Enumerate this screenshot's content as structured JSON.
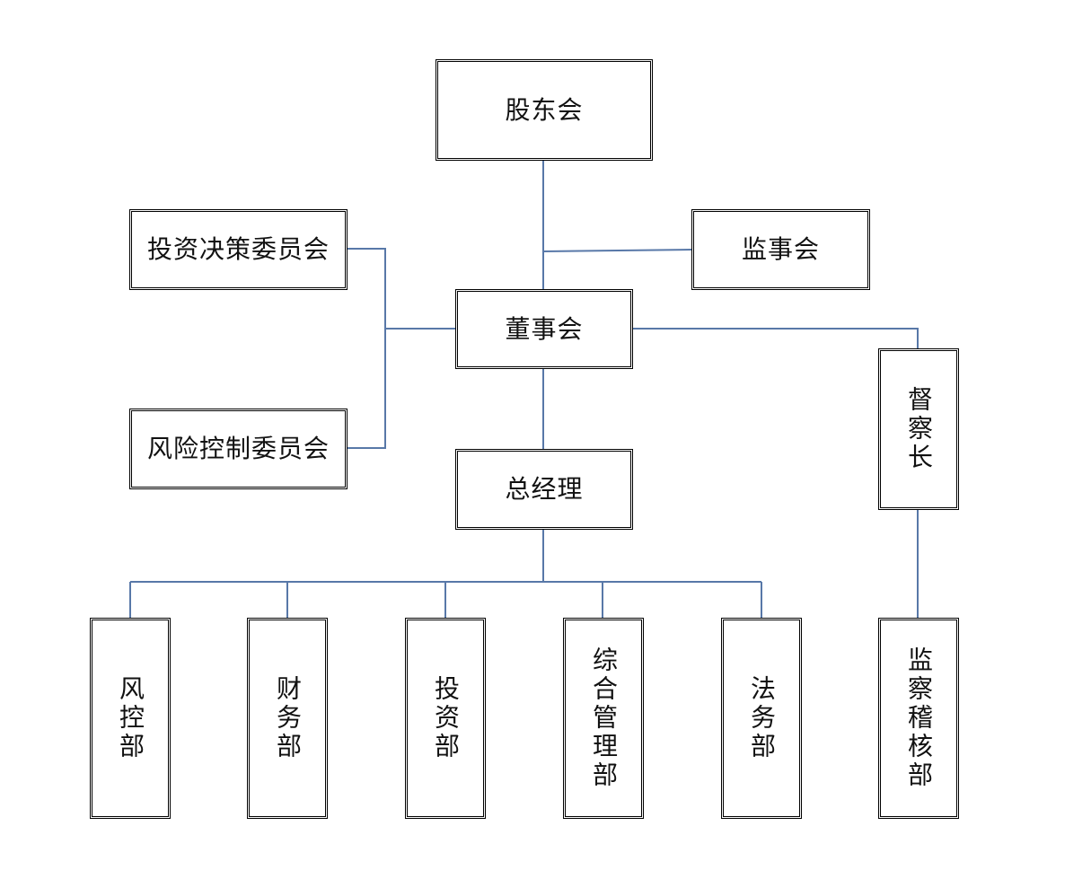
{
  "diagram": {
    "line_color": "#5878a8",
    "box_border_color": "#000000",
    "nodes": {
      "shareholders": "股东会",
      "supervisory_board": "监事会",
      "investment_committee": "投资决策委员会",
      "risk_committee": "风险控制委员会",
      "board_of_directors": "董事会",
      "general_manager": "总经理",
      "chief_inspector": "督察长",
      "risk_dept": "风控部",
      "finance_dept": "财务部",
      "investment_dept": "投资部",
      "general_admin_dept": "综合管理部",
      "legal_dept": "法务部",
      "audit_dept": "监察稽核部"
    }
  }
}
